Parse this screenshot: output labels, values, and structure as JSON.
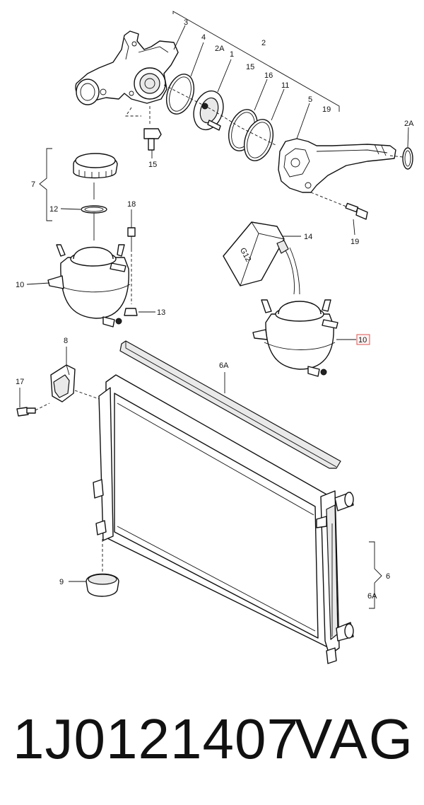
{
  "diagram": {
    "callouts": {
      "c1": "1",
      "c2": "2",
      "c2A_top": "2A",
      "c2A_right": "2A",
      "c3": "3",
      "c4": "4",
      "c5": "5",
      "c6": "6",
      "c6A_top": "6A",
      "c6A_right": "6A",
      "c7": "7",
      "c8": "8",
      "c9": "9",
      "c10_left": "10",
      "c10_highlight": "10",
      "c11": "11",
      "c12": "12",
      "c13": "13",
      "c14": "14",
      "c15_top": "15",
      "c15_bolt": "15",
      "c16": "16",
      "c17": "17",
      "c18": "18",
      "c19_top": "19",
      "c19_bolt": "19"
    },
    "bottle_label": "G12",
    "highlight_color": "#d9534f"
  },
  "footer": {
    "part_number": "1J0121407",
    "brand": "VAG"
  }
}
